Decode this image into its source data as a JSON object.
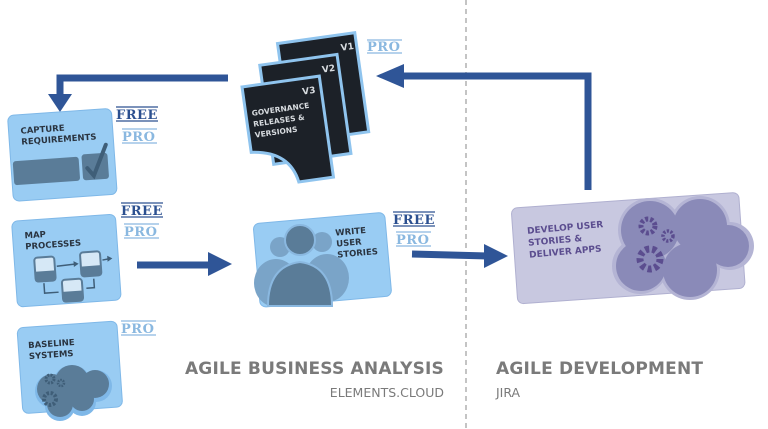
{
  "colors": {
    "arrow": "#2f5597",
    "card_light_blue": "#99ccf3",
    "card_border_blue": "#7fb8e8",
    "icon_slate": "#5a7c98",
    "governance_dark": "#1c2128",
    "develop_card": "#c8c8e0",
    "develop_cloud": "#8a8ab8",
    "develop_gear": "#5b4d8f",
    "develop_text": "#5b4d8f",
    "free_badge": "#2c5090",
    "pro_badge": "#8ab8e0",
    "divider": "#b0b0b0",
    "section_text": "#7a7a7a"
  },
  "badges": {
    "free": "FREE",
    "pro": "PRO"
  },
  "governance": {
    "pages": [
      "V1",
      "V2",
      "V3"
    ],
    "lines": [
      "GOVERNANCE",
      "RELEASES &",
      "VERSIONS"
    ]
  },
  "cards": {
    "capture": {
      "lines": [
        "CAPTURE",
        "REQUIREMENTS"
      ],
      "icon": "checkbox-check-icon"
    },
    "map": {
      "lines": [
        "MAP",
        "PROCESSES"
      ],
      "icon": "process-flow-icon"
    },
    "baseline": {
      "lines": [
        "BASELINE",
        "SYSTEMS"
      ],
      "icon": "cloud-gears-icon"
    },
    "write": {
      "lines": [
        "WRITE",
        "USER",
        "STORIES"
      ],
      "icon": "users-group-icon"
    },
    "develop": {
      "lines": [
        "DEVELOP USER",
        "STORIES &",
        "DELIVER APPS"
      ],
      "icon": "cloud-gears-icon"
    }
  },
  "sections": {
    "left": {
      "title": "AGILE BUSINESS ANALYSIS",
      "subtitle": "ELEMENTS.CLOUD"
    },
    "right": {
      "title": "AGILE DEVELOPMENT",
      "subtitle": "JIRA"
    }
  }
}
